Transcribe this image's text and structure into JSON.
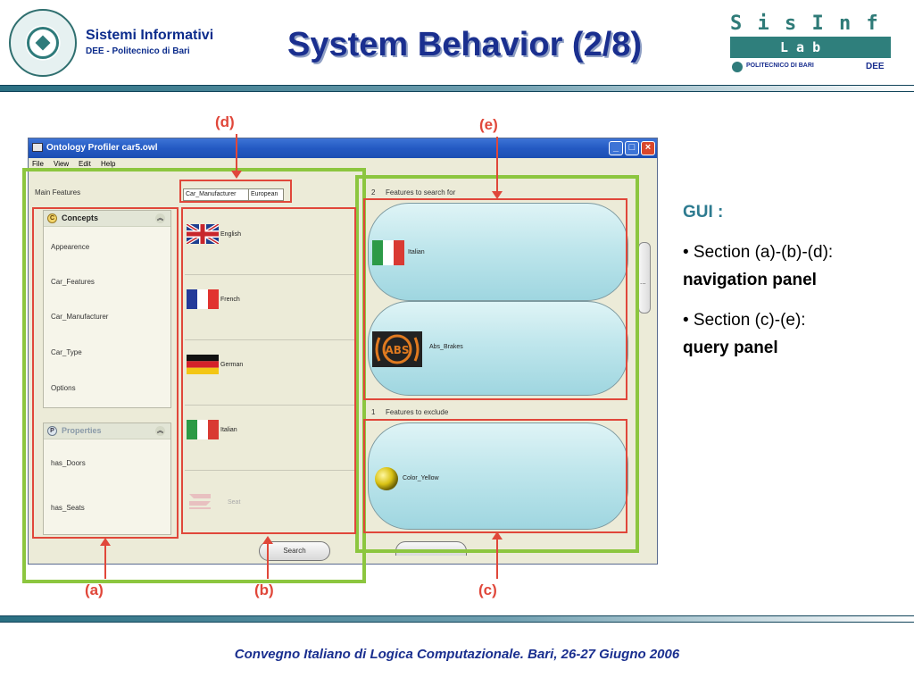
{
  "header": {
    "org_name": "Sistemi Informativi",
    "org_sub": "DEE - Politecnico di Bari",
    "title": "System Behavior (2/8)",
    "lab_top": "SisInf",
    "lab_bar": "L a b",
    "lab_poli": "POLITECNICO DI BARI",
    "lab_dee": "DEE"
  },
  "footer": "Convegno Italiano di Logica Computazionale. Bari, 26-27 Giugno 2006",
  "sidebar_text": {
    "gui_label": "GUI :",
    "bullet1_line1": "• Section (a)-(b)-(d):",
    "bullet1_line2": "navigation panel",
    "bullet2_line1": "• Section (c)-(e):",
    "bullet2_line2": "query panel"
  },
  "app": {
    "window_title": "Ontology Profiler  car5.owl",
    "menu": [
      "File",
      "View",
      "Edit",
      "Help"
    ],
    "main_features_label": "Main Features",
    "breadcrumb": [
      "Car_Manufacturer",
      "European"
    ],
    "concepts_header": "Concepts",
    "concepts": [
      "Appearence",
      "Car_Features",
      "Car_Manufacturer",
      "Car_Type",
      "Options"
    ],
    "properties_header": "Properties",
    "properties": [
      "has_Doors",
      "has_Seats"
    ],
    "values": [
      "English",
      "French",
      "German",
      "Italian",
      "Seat"
    ],
    "search_label": "Search",
    "features_search_count": "2",
    "features_search_label": "Features to search for",
    "search_features": [
      "Italian",
      "Abs_Brakes"
    ],
    "features_exclude_count": "1",
    "features_exclude_label": "Features to exclude",
    "exclude_features": [
      "Color_Yellow"
    ],
    "scroll_dots": "..."
  },
  "annotations": {
    "a": "(a)",
    "b": "(b)",
    "c": "(c)",
    "d": "(d)",
    "e": "(e)"
  },
  "colors": {
    "title": "#1a2f8f",
    "annotation_red": "#e0473a",
    "annotation_green": "#8cc63f",
    "gui_label": "#2e7b90"
  }
}
